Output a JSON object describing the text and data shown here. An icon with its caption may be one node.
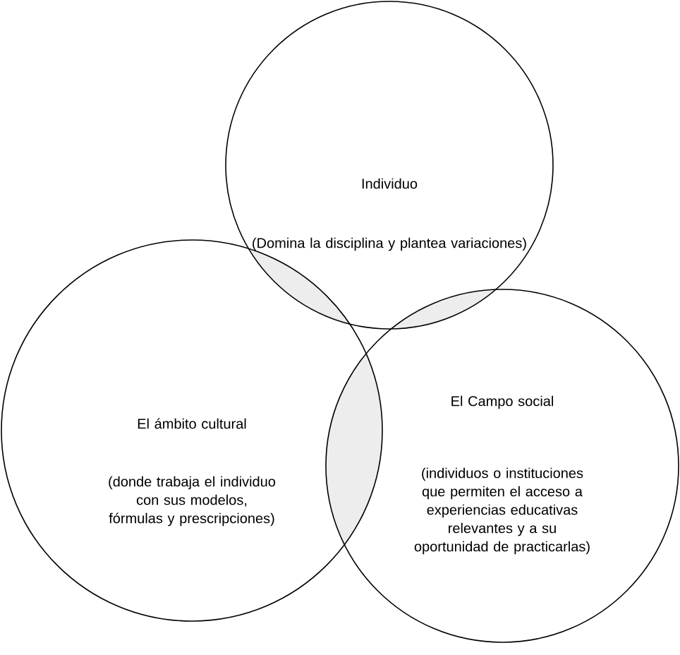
{
  "diagram": {
    "nodes": [
      {
        "text": [
          "Individuo",
          "(Domina la disciplina y plantea variaciones)"
        ]
      },
      {
        "text": [
          "El ámbito cultural",
          "(donde trabaja el individuo con sus modelos, fórmulas y prescripciones)"
        ]
      },
      {
        "text": [
          "El Campo social",
          "(individuos o instituciones que permiten el acceso a experiencias educativas relevantes y a su oportunidad de practicarlas)"
        ]
      }
    ]
  }
}
